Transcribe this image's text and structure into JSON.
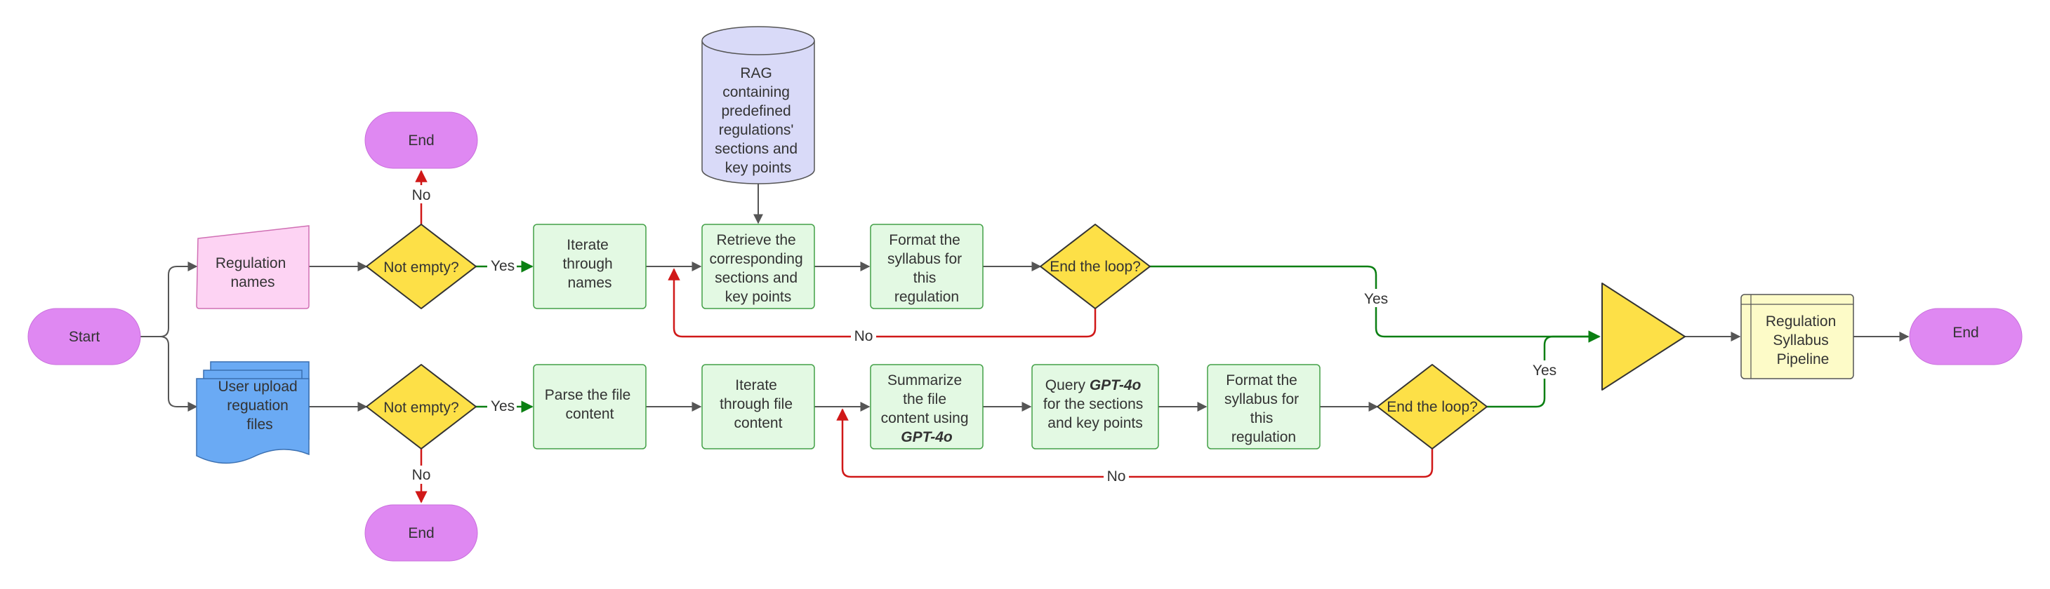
{
  "nodes": {
    "start": [
      "Start"
    ],
    "end_top": [
      "End"
    ],
    "end_bottom": [
      "End"
    ],
    "end_final": [
      "End"
    ],
    "regulation_names": [
      "Regulation",
      "names"
    ],
    "user_upload": [
      "User upload",
      "reguation",
      "files"
    ],
    "not_empty_top": [
      "Not empty?"
    ],
    "not_empty_bottom": [
      "Not empty?"
    ],
    "iterate_names": [
      "Iterate",
      "through",
      "names"
    ],
    "parse_file": [
      "Parse the file",
      "content"
    ],
    "rag": [
      "RAG",
      "containing",
      "predefined",
      "regulations'",
      "sections and",
      "key points"
    ],
    "retrieve": [
      "Retrieve the",
      "corresponding",
      "sections and",
      "key points"
    ],
    "format_top": [
      "Format the",
      "syllabus for",
      "this",
      "regulation"
    ],
    "end_loop_top": [
      "End the loop?"
    ],
    "iterate_file": [
      "Iterate",
      "through file",
      "content"
    ],
    "summarize": [
      "Summarize",
      "the file",
      "content using",
      "GPT-4o"
    ],
    "query": [
      "Query GPT-4o",
      "for the sections",
      "and key points"
    ],
    "format_bottom": [
      "Format the",
      "syllabus for",
      "this",
      "regulation"
    ],
    "end_loop_bottom": [
      "End the loop?"
    ],
    "pipeline": [
      "Regulation",
      "Syllabus",
      "Pipeline"
    ]
  },
  "edge_labels": {
    "no_top": "No",
    "yes_top": "Yes",
    "no_bottom": "No",
    "yes_bottom": "Yes",
    "no_loop_top": "No",
    "yes_loop_top": "Yes",
    "no_loop_bottom": "No",
    "yes_loop_bottom": "Yes"
  },
  "colors": {
    "terminal": "#df88f2",
    "input_pink": "#fdd3f3",
    "document_blue": "#6aaaf4",
    "decision": "#fde047",
    "process": "#e3f9e3",
    "database": "#d9daf8",
    "pipeline": "#fdfbc8",
    "arrow": "#555555",
    "yes": "#0a7f12",
    "no": "#d01818"
  }
}
